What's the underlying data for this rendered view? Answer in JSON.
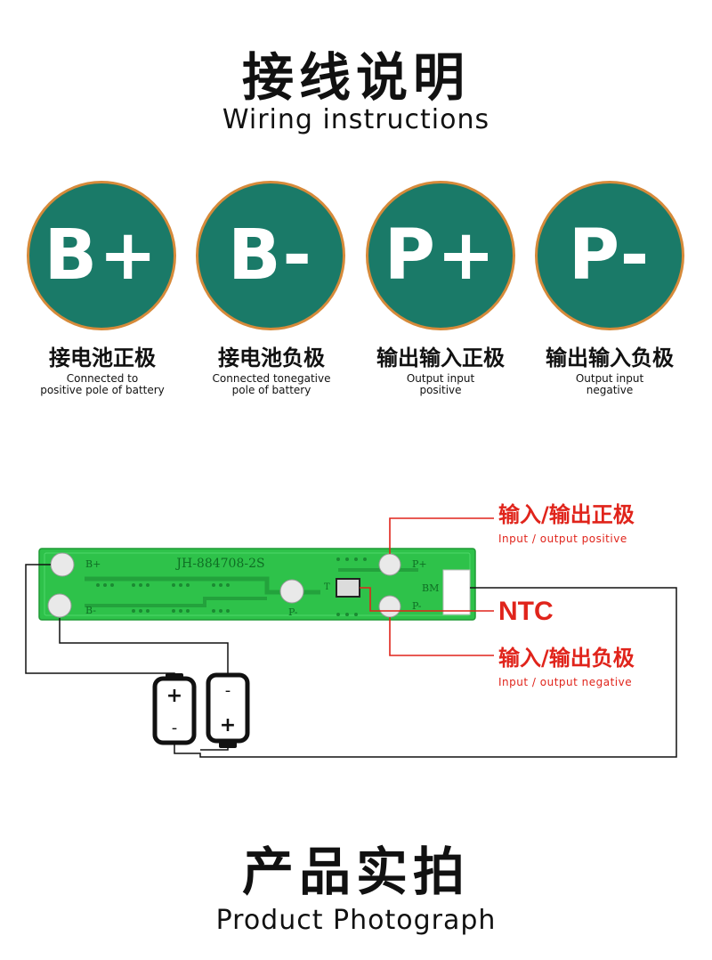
{
  "header": {
    "title_cn": "接线说明",
    "title_en": "Wiring instructions"
  },
  "terminals": [
    {
      "symbol": "B+",
      "label_cn": "接电池正极",
      "label_en_1": "Connected to",
      "label_en_2": "positive pole of battery"
    },
    {
      "symbol": "B-",
      "label_cn": "接电池负极",
      "label_en_1": "Connected tonegative",
      "label_en_2": "pole of battery"
    },
    {
      "symbol": "P+",
      "label_cn": "输出输入正极",
      "label_en_1": "Output input",
      "label_en_2": "positive"
    },
    {
      "symbol": "P-",
      "label_cn": "输出输入负极",
      "label_en_1": "Output input",
      "label_en_2": "negative"
    }
  ],
  "diagram": {
    "board_model": "JH-884708-2S",
    "pad_labels": {
      "b_plus": "B+",
      "b_minus": "B-",
      "p_plus": "P+",
      "p_minus": "P-",
      "bm": "BM",
      "t": "T",
      "p_minus_mid": "P-"
    },
    "callouts": {
      "positive_cn": "输入/输出正极",
      "positive_en": "Input / output positive",
      "ntc": "NTC",
      "negative_cn": "输入/输出负极",
      "negative_en": "Input / output negative"
    },
    "battery_signs": {
      "left_top": "+",
      "left_bottom": "-",
      "right_top": "-",
      "right_bottom": "+"
    }
  },
  "footer": {
    "title_cn": "产品实拍",
    "title_en": "Product Photograph"
  },
  "colors": {
    "circle_fill": "#1a7a68",
    "circle_ring": "#d68a3a",
    "callout_red": "#e0241b",
    "pcb_green": "#2ec24a"
  }
}
